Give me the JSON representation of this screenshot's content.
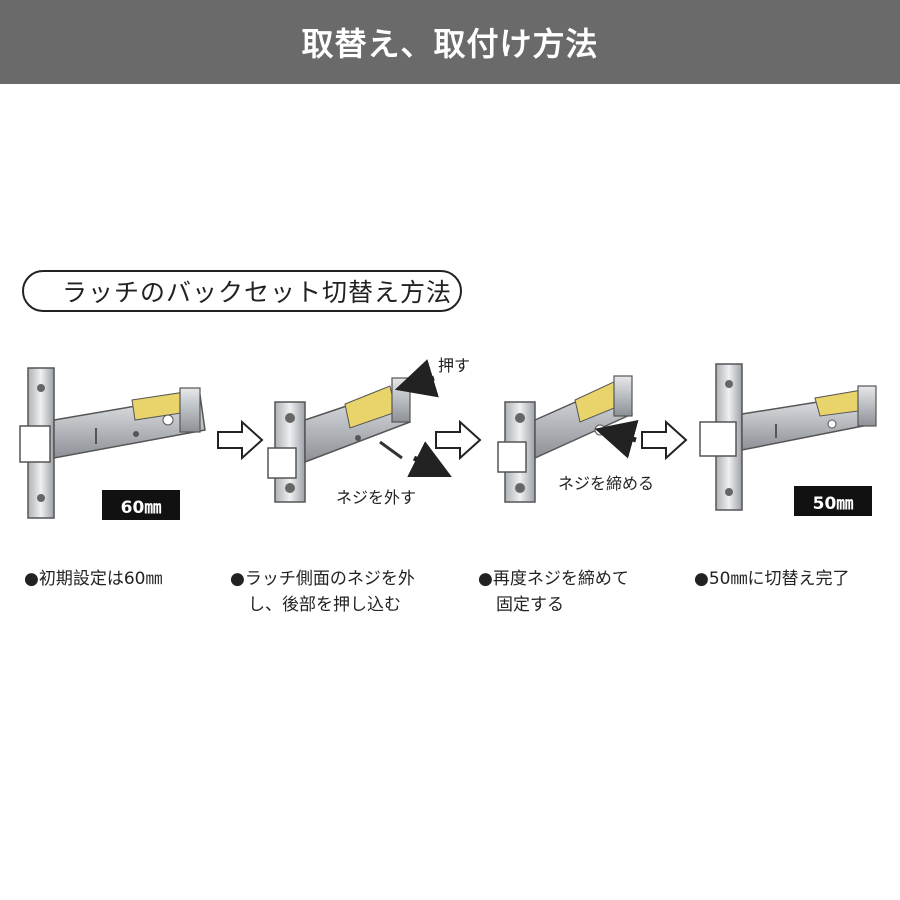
{
  "header": {
    "title": "取替え、取付け方法",
    "background": "#6a6a6a"
  },
  "section": {
    "title": "ラッチのバックセット切替え方法"
  },
  "steps": [
    {
      "badge": "60㎜",
      "caption": "●初期設定は60㎜"
    },
    {
      "callout_push": "押す",
      "callout_screw": "ネジを外す",
      "caption_line1": "●ラッチ側面のネジを外",
      "caption_line2": "し、後部を押し込む"
    },
    {
      "callout_screw": "ネジを締める",
      "caption_line1": "●再度ネジを締めて",
      "caption_line2": "固定する"
    },
    {
      "badge": "50㎜",
      "caption": "●50㎜に切替え完了"
    }
  ],
  "colors": {
    "brass": "#e8d46a",
    "steel": "#c9ccd0",
    "steel_dark": "#8d9196",
    "knob": "#ffffff"
  },
  "icons": [
    "latch-60mm-illustration",
    "right-arrow-icon",
    "latch-screw-removal-illustration",
    "right-arrow-icon",
    "latch-screw-tighten-illustration",
    "right-arrow-icon",
    "latch-50mm-illustration"
  ]
}
